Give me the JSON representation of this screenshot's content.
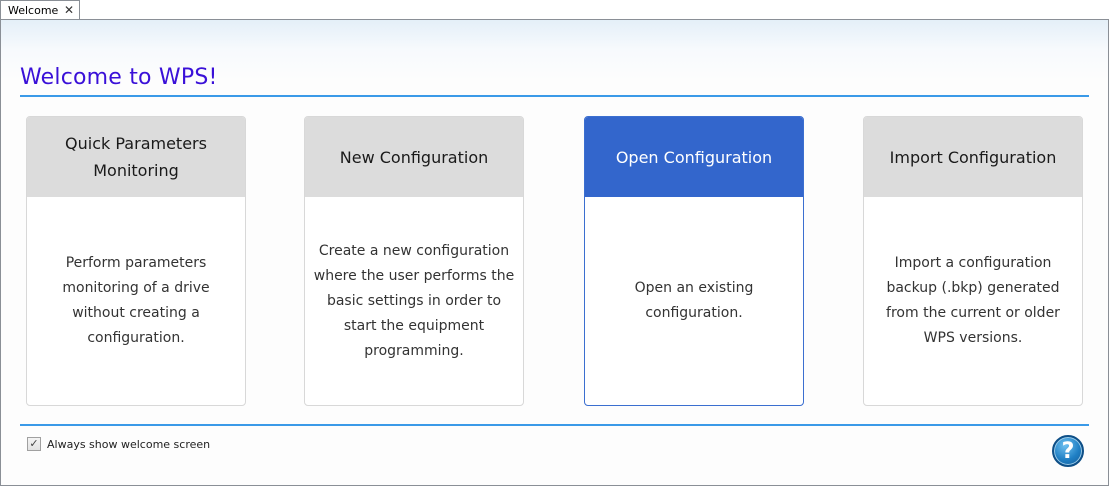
{
  "tab": {
    "label": "Welcome",
    "close_icon": "✕"
  },
  "page": {
    "title": "Welcome to WPS!"
  },
  "cards": [
    {
      "title": "Quick Parameters Monitoring",
      "description": "Perform parameters monitoring of a drive without creating a configuration.",
      "selected": false
    },
    {
      "title": "New Configuration",
      "description": "Create a new configuration where the user performs the basic settings in order to start the equipment programming.",
      "selected": false
    },
    {
      "title": "Open Configuration",
      "description": "Open an existing configuration.",
      "selected": true
    },
    {
      "title": "Import Configuration",
      "description": "Import a configuration backup (.bkp) generated from the current or older WPS versions.",
      "selected": false
    }
  ],
  "footer": {
    "always_show_label": "Always show welcome screen",
    "always_show_checked": true,
    "check_glyph": "✓",
    "help_glyph": "?"
  },
  "colors": {
    "title": "#3a10d8",
    "rule": "#3a9ae8",
    "selected_header": "#3366cc",
    "card_header": "#dcdcdc"
  }
}
